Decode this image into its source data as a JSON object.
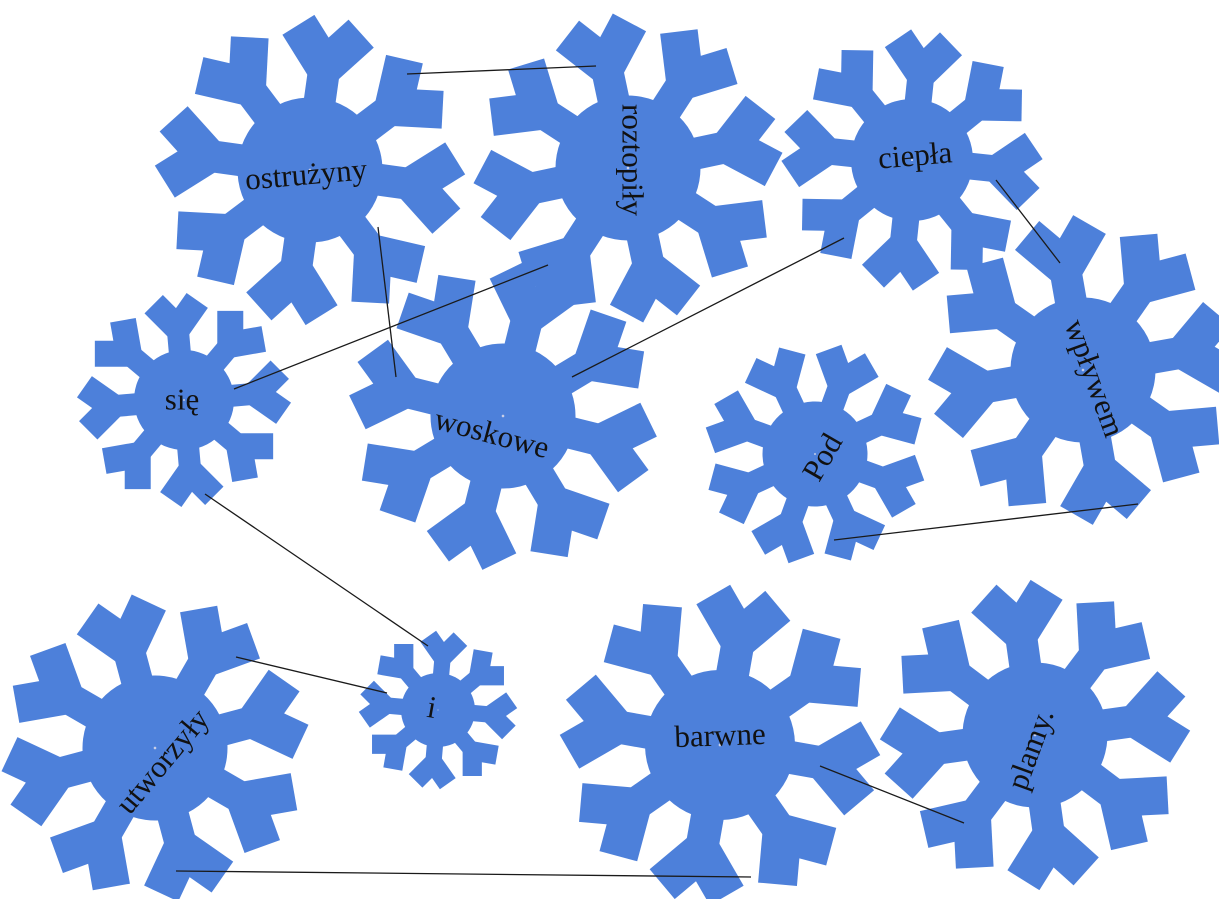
{
  "colors": {
    "flake_center": "#d4d8e9",
    "flake_mid": "#b0bfe4",
    "flake_edge": "#4d80da",
    "connector": "#1a1a1a",
    "text": "#111111"
  },
  "words": [
    {
      "id": "ostruzyny",
      "text": "ostrużyny"
    },
    {
      "id": "roztopily",
      "text": "roztopiły"
    },
    {
      "id": "ciepla",
      "text": "ciepła"
    },
    {
      "id": "sie",
      "text": "się"
    },
    {
      "id": "woskowe",
      "text": "woskowe"
    },
    {
      "id": "wplywem",
      "text": "wpływem"
    },
    {
      "id": "pod",
      "text": "Pod"
    },
    {
      "id": "utworzyly",
      "text": "utworzyły"
    },
    {
      "id": "i",
      "text": "i"
    },
    {
      "id": "barwne",
      "text": "barwne"
    },
    {
      "id": "plamy",
      "text": "plamy."
    }
  ],
  "connections": [
    [
      "ostruzyny",
      "roztopily"
    ],
    [
      "ostruzyny",
      "woskowe"
    ],
    [
      "roztopily",
      "sie"
    ],
    [
      "ciepla",
      "woskowe"
    ],
    [
      "ciepla",
      "wplywem"
    ],
    [
      "wplywem",
      "pod"
    ],
    [
      "sie",
      "i"
    ],
    [
      "utworzyly",
      "i"
    ],
    [
      "utworzyly",
      "barwne"
    ],
    [
      "barwne",
      "plamy"
    ]
  ]
}
